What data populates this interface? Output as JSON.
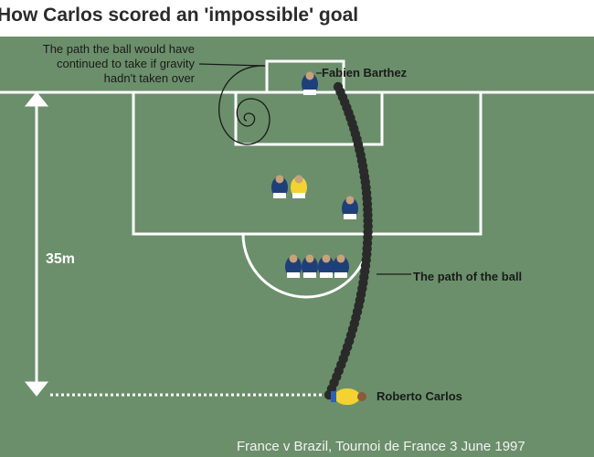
{
  "title": "How Carlos scored an 'impossible' goal",
  "annotations": {
    "gravity_path": [
      "The path the ball would have",
      "continued  to take if gravity",
      "hadn't taken over"
    ],
    "goalkeeper": "Fabien Barthez",
    "ball_path": "The path of the ball",
    "shooter": "Roberto Carlos",
    "distance": "35m"
  },
  "caption": "France v Brazil, Tournoi de France 3 June 1997",
  "colors": {
    "pitch": "#6b8f6b",
    "lines": "#ffffff",
    "ball": "#2a2a2a",
    "france_kit": "#1f3f78",
    "brazil_kit": "#f3d232"
  },
  "players": {
    "france": [
      "goalkeeper",
      "defender",
      "wall-1",
      "wall-2",
      "wall-3",
      "wall-4",
      "marker"
    ],
    "brazil": [
      "attacker",
      "roberto-carlos"
    ]
  }
}
